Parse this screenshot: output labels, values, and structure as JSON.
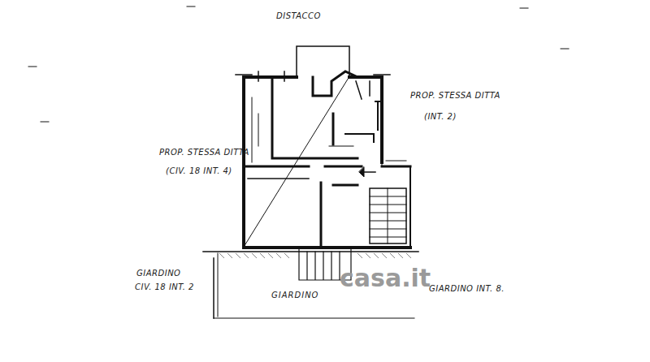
{
  "diagram": {
    "nodes": [
      {
        "text": [
          "GIARDINO"
        ]
      }
    ],
    "labels": [
      "DISTACCO",
      "PROP. STESSA DITTA",
      "(INT. 2)",
      "PROP. STESSA DITTA",
      "(CIV. 18 INT. 4)",
      "GIARDINO",
      "CIV. 18 INT. 2",
      "GIARDINO INT. 8.",
      "casa.it"
    ]
  }
}
